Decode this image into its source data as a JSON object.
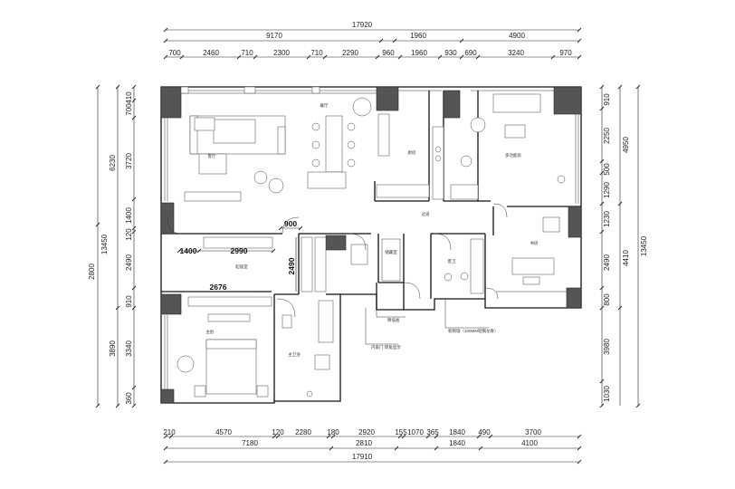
{
  "top_dims": {
    "total": "17920",
    "row2": [
      "9170",
      "1960",
      "4900"
    ],
    "row3": [
      "700",
      "2460",
      "710",
      "2300",
      "710",
      "2290",
      "960",
      "1960",
      "930",
      "690",
      "3240",
      "970"
    ]
  },
  "bottom_dims": {
    "row1": [
      "210",
      "4570",
      "120",
      "2280",
      "180",
      "2920",
      "155",
      "1070",
      "365",
      "1840",
      "490",
      "3700"
    ],
    "row2": [
      "7180",
      "2810",
      "1840",
      "4100"
    ],
    "total": "17910"
  },
  "left_dims": {
    "outer": [
      "2800",
      "13450"
    ],
    "col2": [
      "6230",
      "3890"
    ],
    "col3": [
      "410",
      "700",
      "3720",
      "1400",
      "120",
      "2490",
      "910",
      "3340",
      "360"
    ]
  },
  "right_dims": {
    "col1": [
      "910",
      "2250",
      "500",
      "1290",
      "1230",
      "2490",
      "800",
      "3980",
      "1030"
    ],
    "col2": [
      "4950",
      "4410"
    ],
    "col3": [
      "13450"
    ]
  },
  "inner_dims": {
    "d900": "900",
    "d1400": "1400",
    "d2990": "2990",
    "d2490": "2490",
    "d2676": "2676"
  },
  "rooms": {
    "dining": "餐厅",
    "living": "客厅",
    "kitchen": "厨房",
    "multi": "多功能房",
    "corridor": "过道",
    "study": "书房",
    "guest_bath": "客卫",
    "storage": "储藏室",
    "lounge": "起居室",
    "master": "主卧",
    "master_bath": "主卫浴"
  },
  "notes": {
    "n1": "降低板",
    "n2": "内嵌门 转角显示",
    "n3": "新砌墙（100MM轻钢龙骨）"
  }
}
